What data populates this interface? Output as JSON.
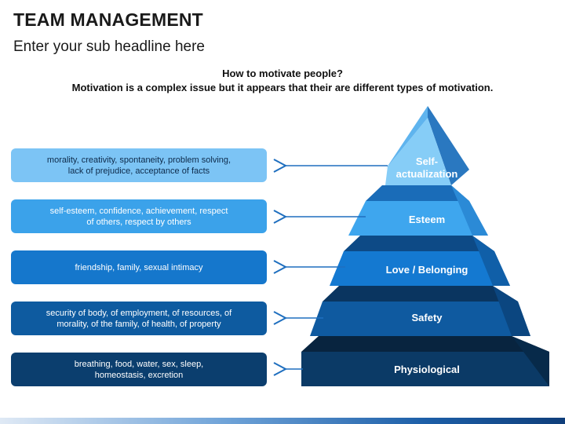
{
  "header": {
    "title": "TEAM MANAGEMENT",
    "subtitle": "Enter your sub headline here"
  },
  "intro": {
    "question": "How to motivate people?",
    "statement": "Motivation is a complex issue but it appears that their are different types of motivation."
  },
  "levels": [
    {
      "name_line1": "Self-",
      "name_line2": "actualization",
      "desc_line1": "morality, creativity, spontaneity, problem solving,",
      "desc_line2": "lack of prejudice, acceptance of facts",
      "box_color": "#7cc4f5",
      "box_text_color": "#0d2a4a"
    },
    {
      "name_line1": "Esteem",
      "desc_line1": "self-esteem, confidence, achievement, respect",
      "desc_line2": "of others, respect by others",
      "box_color": "#3ba2ea",
      "box_text_color": "#ffffff"
    },
    {
      "name_line1": "Love / Belonging",
      "desc_line1": "friendship, family, sexual intimacy",
      "box_color": "#1577cc",
      "box_text_color": "#ffffff"
    },
    {
      "name_line1": "Safety",
      "desc_line1": "security of body, of employment, of resources, of",
      "desc_line2": "morality, of the family, of health, of property",
      "box_color": "#0e5ba0",
      "box_text_color": "#ffffff"
    },
    {
      "name_line1": "Physiological",
      "desc_line1": "breathing, food, water, sex, sleep,",
      "desc_line2": "homeostasis, excretion",
      "box_color": "#0b3e6e",
      "box_text_color": "#ffffff"
    }
  ],
  "colors": {
    "connector": "#1f6fbf",
    "arrow": "#1f6fbf"
  }
}
